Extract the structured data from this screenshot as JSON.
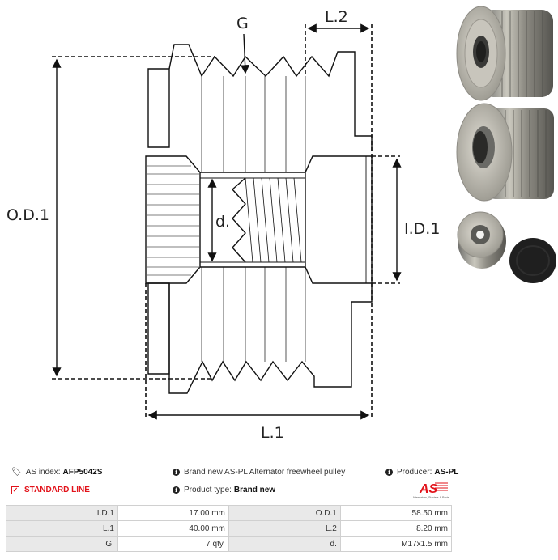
{
  "diagram": {
    "labels": {
      "groove": "G",
      "length2": "L.2",
      "outer_diameter": "O.D.1",
      "inner_diameter": "I.D.1",
      "thread": "d.",
      "length1": "L.1"
    }
  },
  "photos": {
    "items": [
      "pulley-front-photo",
      "pulley-side-photo",
      "pulley-small-photo",
      "cap-photo"
    ]
  },
  "info": {
    "as_index_label": "AS index:",
    "as_index_value": "AFP5042S",
    "line_label": "STANDARD LINE",
    "description": "Brand new AS-PL Alternator freewheel pulley",
    "product_type_label": "Product type:",
    "product_type_value": "Brand new",
    "producer_label": "Producer:",
    "producer_value": "AS-PL",
    "logo_text": "AS",
    "logo_tagline": "Alternators, Starters & Parts",
    "accent_color": "#e2121a"
  },
  "specs": {
    "rows": [
      [
        {
          "k": "I.D.1",
          "v": "17.00 mm"
        },
        {
          "k": "O.D.1",
          "v": "58.50 mm"
        }
      ],
      [
        {
          "k": "L.1",
          "v": "40.00 mm"
        },
        {
          "k": "L.2",
          "v": "8.20 mm"
        }
      ],
      [
        {
          "k": "G.",
          "v": "7 qty."
        },
        {
          "k": "d.",
          "v": "M17x1.5 mm"
        }
      ]
    ]
  }
}
